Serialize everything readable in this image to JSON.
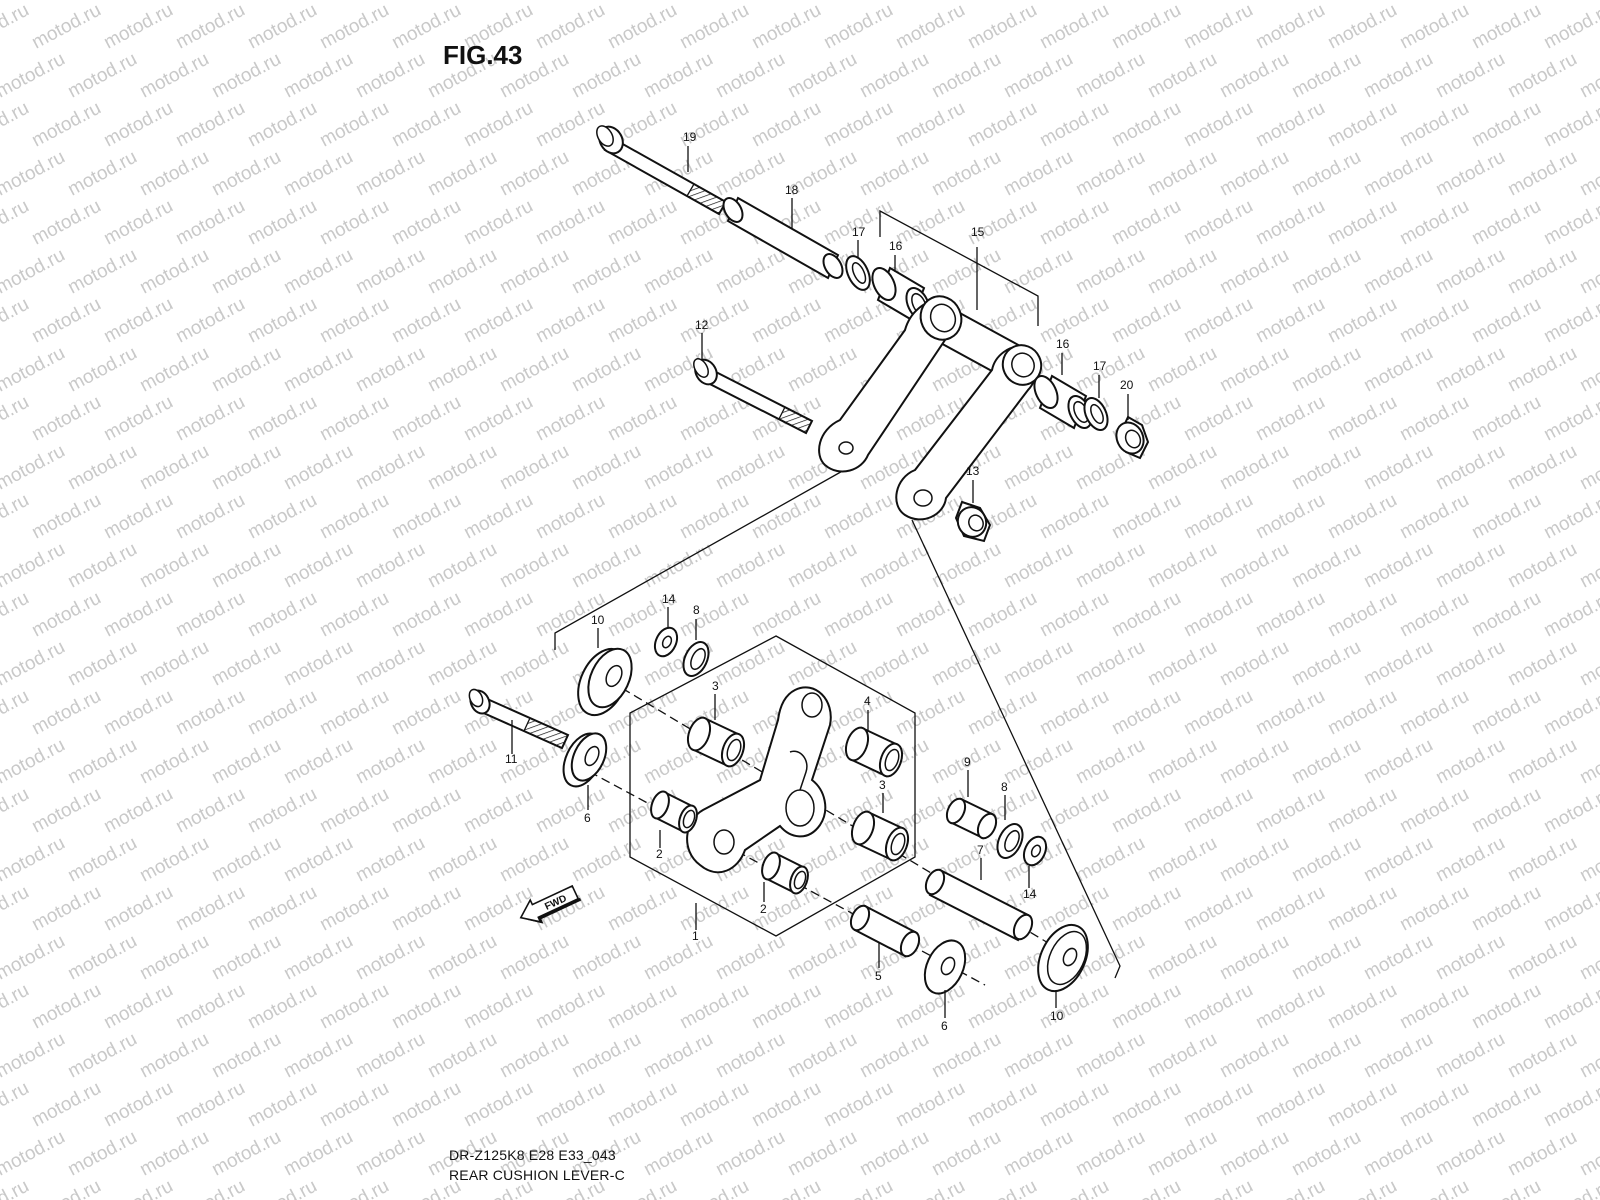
{
  "figure": {
    "title": "FIG.43",
    "code": "DR-Z125K8 E28 E33_043",
    "name": "REAR CUSHION LEVER-C"
  },
  "watermark": "motod.ru",
  "direction_arrow": {
    "label": "FWD",
    "icon": "fwd-arrow-icon"
  },
  "callouts": [
    "19",
    "18",
    "17",
    "16",
    "15",
    "12",
    "16",
    "17",
    "20",
    "13",
    "10",
    "14",
    "8",
    "11",
    "6",
    "3",
    "4",
    "3",
    "9",
    "8",
    "2",
    "2",
    "1",
    "7",
    "14",
    "5",
    "6",
    "10"
  ]
}
